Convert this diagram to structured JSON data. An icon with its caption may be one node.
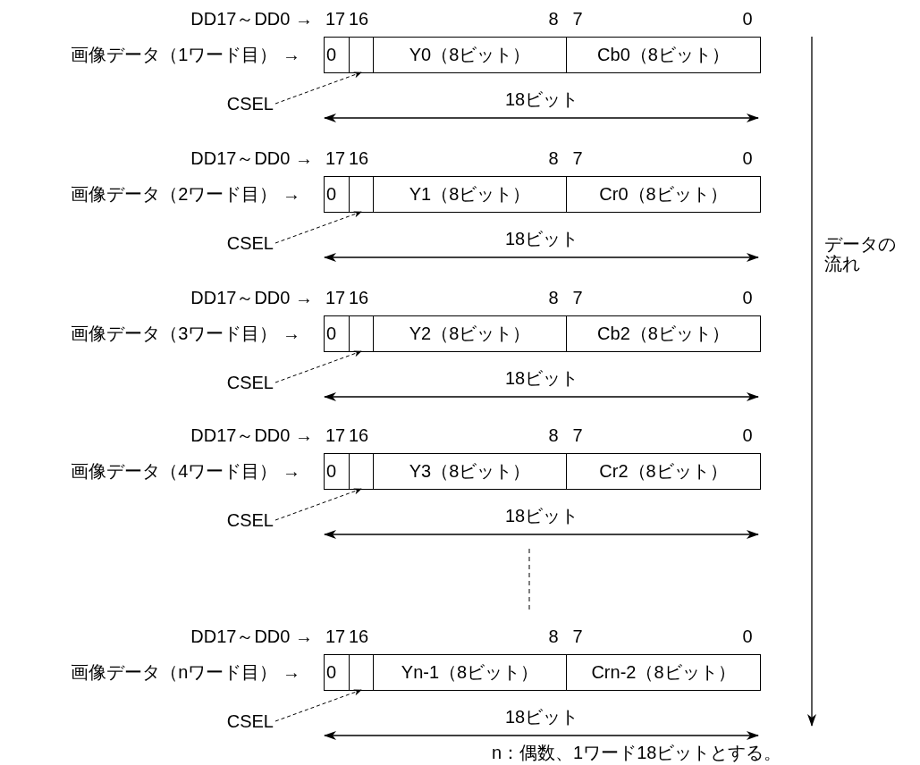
{
  "diagram": {
    "caption": "n：偶数、1ワード18ビットとする。",
    "nodes": [
      {
        "text": [
          "画像データ（1ワード目） →"
        ]
      },
      {
        "text": [
          "0"
        ]
      },
      {
        "text": [],
        "shape": "box"
      },
      {
        "text": [
          "Y0（8ビット）"
        ]
      },
      {
        "text": [
          "Cb0（8ビット）"
        ]
      },
      {
        "text": [
          "CSEL"
        ]
      },
      {
        "text": [
          "画像データ（2ワード目） →"
        ]
      },
      {
        "text": [
          "0"
        ]
      },
      {
        "text": [],
        "shape": "box"
      },
      {
        "text": [
          "Y1（8ビット）"
        ]
      },
      {
        "text": [
          "Cr0（8ビット）"
        ]
      },
      {
        "text": [
          "CSEL"
        ]
      },
      {
        "text": [
          "画像データ（3ワード目） →"
        ]
      },
      {
        "text": [
          "0"
        ]
      },
      {
        "text": [],
        "shape": "box"
      },
      {
        "text": [
          "Y2（8ビット）"
        ]
      },
      {
        "text": [
          "Cb2（8ビット）"
        ]
      },
      {
        "text": [
          "CSEL"
        ]
      },
      {
        "text": [
          "画像データ（4ワード目） →"
        ]
      },
      {
        "text": [
          "0"
        ]
      },
      {
        "text": [],
        "shape": "box"
      },
      {
        "text": [
          "Y3（8ビット）"
        ]
      },
      {
        "text": [
          "Cr2（8ビット）"
        ]
      },
      {
        "text": [
          "CSEL"
        ]
      },
      {
        "text": [
          "画像データ（nワード目） →"
        ]
      },
      {
        "text": [
          "0"
        ]
      },
      {
        "text": [],
        "shape": "box"
      },
      {
        "text": [
          "Yn-1（8ビット）"
        ]
      },
      {
        "text": [
          "Crn-2（8ビット）"
        ]
      },
      {
        "text": [
          "CSEL"
        ]
      }
    ],
    "edges": [
      {
        "from": 5,
        "to": 2,
        "arrow": "to",
        "style": "dashed"
      },
      {
        "from": 11,
        "to": 8,
        "arrow": "to",
        "style": "dashed"
      },
      {
        "from": 17,
        "to": 14,
        "arrow": "to",
        "style": "dashed"
      },
      {
        "from": 23,
        "to": 20,
        "arrow": "to",
        "style": "dashed"
      },
      {
        "from": 29,
        "to": 26,
        "arrow": "to",
        "style": "dashed"
      }
    ],
    "labels": [
      "DD17～DD0 →",
      "17",
      "16",
      "8",
      "7",
      "0",
      "18ビット",
      "DD17～DD0 →",
      "17",
      "16",
      "8",
      "7",
      "0",
      "18ビット",
      "DD17～DD0 →",
      "17",
      "16",
      "8",
      "7",
      "0",
      "18ビット",
      "DD17～DD0 →",
      "17",
      "16",
      "8",
      "7",
      "0",
      "18ビット",
      "DD17～DD0 →",
      "17",
      "16",
      "8",
      "7",
      "0",
      "18ビット",
      "データの流れ"
    ]
  }
}
